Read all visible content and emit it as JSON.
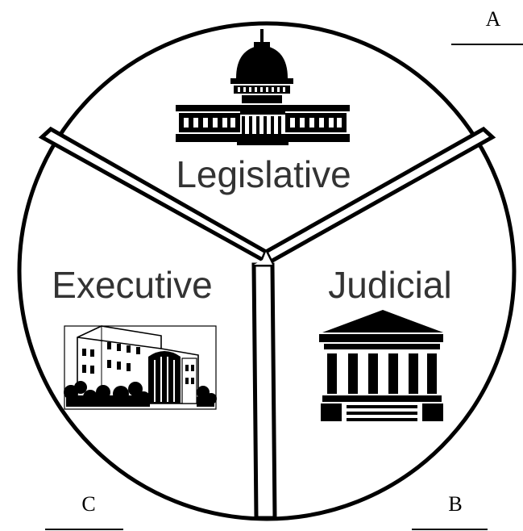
{
  "labels": {
    "legislative": "Legislative",
    "executive": "Executive",
    "judicial": "Judicial"
  },
  "answer_blanks": {
    "a": "A",
    "b": "B",
    "c": "C"
  },
  "icons": {
    "legislative": "capitol-building-icon",
    "executive": "white-house-icon",
    "judicial": "courthouse-icon"
  },
  "colors": {
    "stroke": "#000000",
    "label_text": "#333333",
    "background": "#ffffff"
  }
}
